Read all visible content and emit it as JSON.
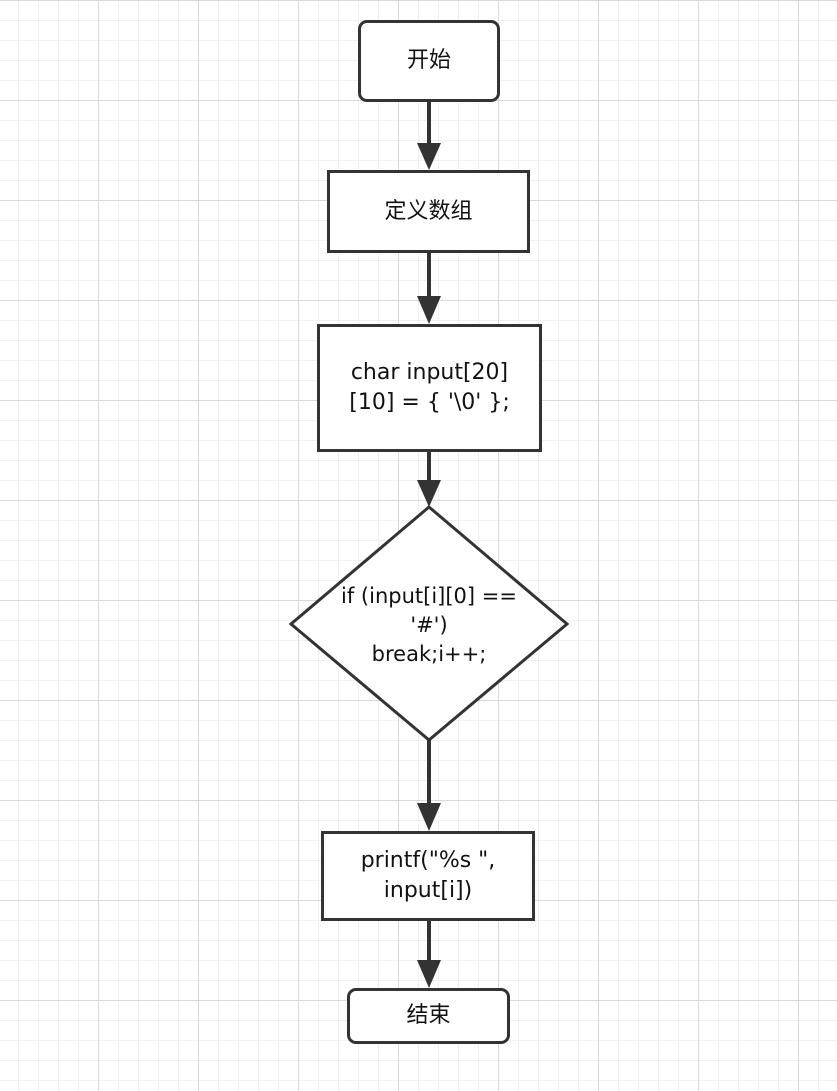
{
  "flowchart": {
    "start": "开始",
    "define_array": "定义数组",
    "declare": "char input[20]\n[10] = { '\\0' };",
    "condition": "if (input[i][0] ==\n'#')\nbreak;i++;",
    "print": "printf(\"%s \",\ninput[i])",
    "end": "结束"
  },
  "colors": {
    "stroke": "#333333",
    "grid": "#d9d9d9",
    "background": "#ffffff"
  }
}
